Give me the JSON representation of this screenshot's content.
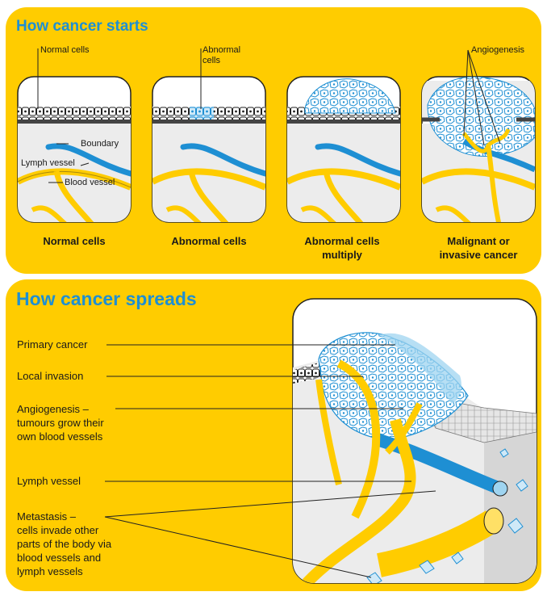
{
  "top": {
    "heading": "How cancer starts",
    "callouts": {
      "normal_cells": "Normal cells",
      "abnormal_cells": "Abnormal\ncells",
      "angiogenesis": "Angiogenesis",
      "boundary": "Boundary",
      "lymph_vessel": "Lymph vessel",
      "blood_vessel": "Blood vessel"
    },
    "stages": [
      {
        "caption": "Normal cells"
      },
      {
        "caption": "Abnormal cells"
      },
      {
        "caption": "Abnormal cells multiply"
      },
      {
        "caption": "Malignant or invasive cancer"
      }
    ]
  },
  "bottom": {
    "heading": "How cancer spreads",
    "labels": {
      "primary_cancer": "Primary cancer",
      "local_invasion": "Local invasion",
      "angiogenesis": "Angiogenesis –\ntumours grow their\nown blood vessels",
      "lymph_vessel": "Lymph vessel",
      "metastasis": "Metastasis –\ncells invade other\nparts of the body via\nblood vessels and\nlymph vessels"
    }
  },
  "colors": {
    "panel": "#ffcc00",
    "heading": "#1e8fd3",
    "lymph": "#1e8fd3",
    "blood": "#ffcc00",
    "tissue": "#ececec",
    "cancer": "#9fd4f0"
  }
}
